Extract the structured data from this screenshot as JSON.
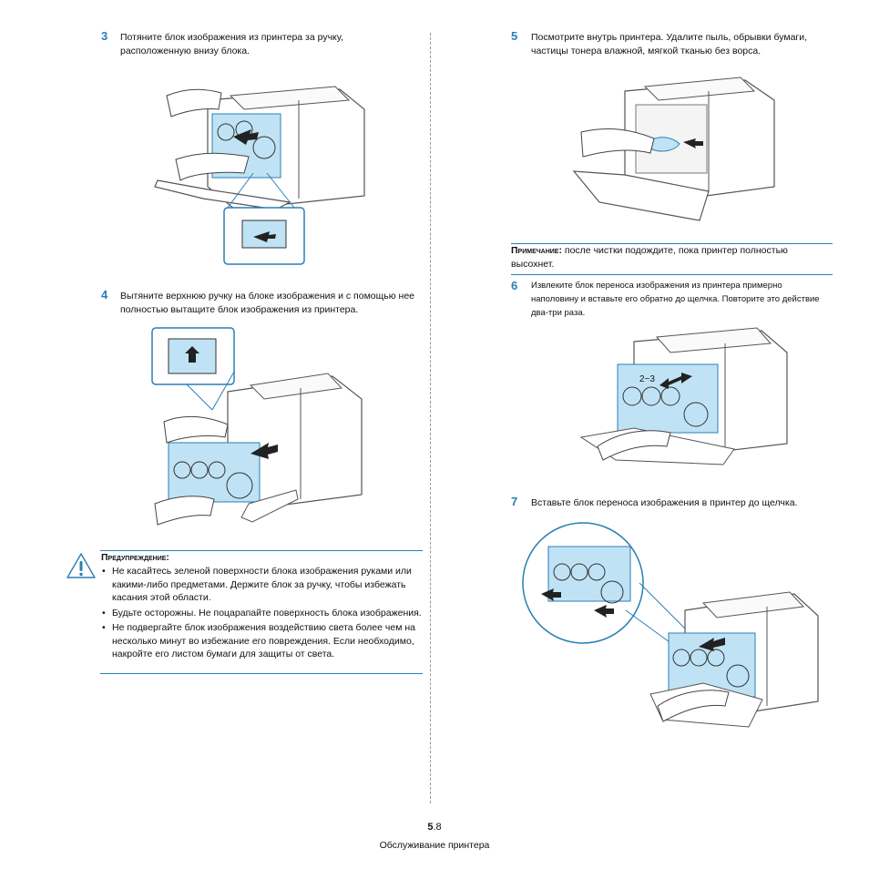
{
  "step3": {
    "number": "3",
    "text": "Потяните блок изображения из принтера за ручку, расположенную внизу блока."
  },
  "step4": {
    "number": "4",
    "text": "Вытяните верхнюю ручку на блоке изображения и с помощью нее полностью вытащите блок изображения из принтера."
  },
  "warning": {
    "title": "Предупреждение:",
    "items": [
      "Не касайтесь зеленой поверхности блока изображения руками или какими-либо предметами. Держите блок за ручку, чтобы избежать касания этой области.",
      "Будьте осторожны. Не поцарапайте поверхность блока изображения.",
      "Не подвергайте блок изображения воздействию света более чем на несколько минут во избежание его повреждения. Если необходимо, накройте его листом бумаги для защиты от света."
    ]
  },
  "step5": {
    "number": "5",
    "text": "Посмотрите внутрь принтера. Удалите пыль, обрывки бумаги, частицы тонера влажной, мягкой тканью без ворса."
  },
  "note": {
    "title": "Примечание:",
    "text": "после чистки подождите, пока принтер полностью высохнет."
  },
  "step6": {
    "number": "6",
    "text": "Извлеките блок переноса изображения из принтера примерно наполовину и вставьте его обратно до щелчка. Повторите это действие два-три раза.",
    "figure_label": "2~3"
  },
  "step7": {
    "number": "7",
    "text": "Вставьте блок переноса изображения в принтер до щелчка."
  },
  "footer": {
    "chapter": "5",
    "page": ".8",
    "section": "Обслуживание принтера"
  },
  "colors": {
    "accent": "#2a7fb5",
    "highlight": "#bfe3f5",
    "line": "#555555"
  }
}
